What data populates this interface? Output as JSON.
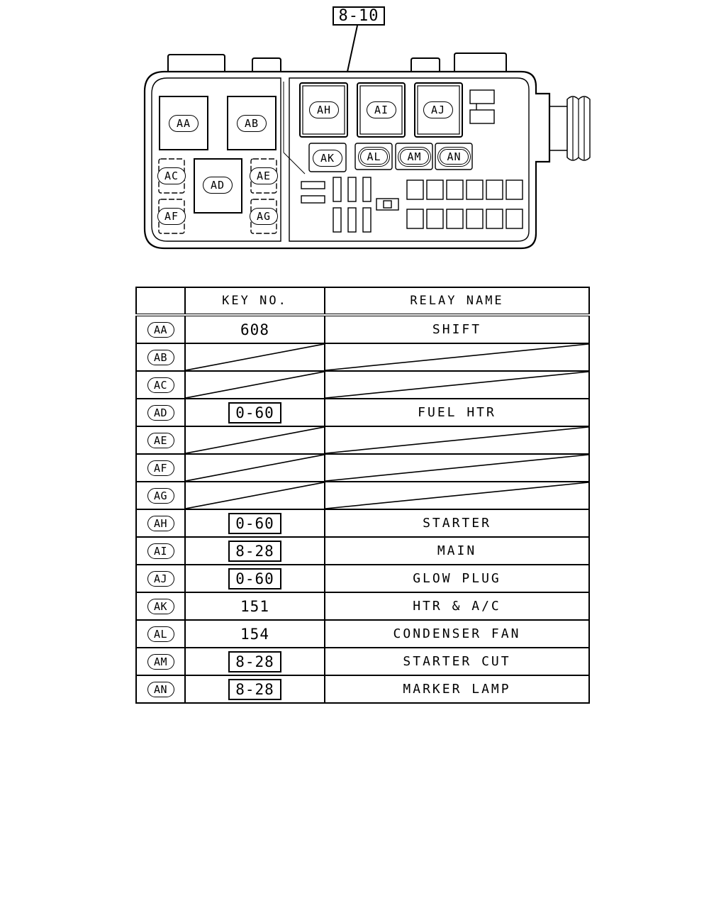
{
  "figure": {
    "ref": "8-10",
    "relay_positions": {
      "AA": "AA",
      "AB": "AB",
      "AC": "AC",
      "AD": "AD",
      "AE": "AE",
      "AF": "AF",
      "AG": "AG",
      "AH": "AH",
      "AI": "AI",
      "AJ": "AJ",
      "AK": "AK",
      "AL": "AL",
      "AM": "AM",
      "AN": "AN"
    }
  },
  "table": {
    "headers": {
      "key": "KEY NO.",
      "name": "RELAY NAME"
    },
    "rows": [
      {
        "id": "AA",
        "key": "608",
        "boxed": false,
        "name": "SHIFT"
      },
      {
        "id": "AB",
        "key": "",
        "boxed": false,
        "name": ""
      },
      {
        "id": "AC",
        "key": "",
        "boxed": false,
        "name": ""
      },
      {
        "id": "AD",
        "key": "0-60",
        "boxed": true,
        "name": "FUEL HTR"
      },
      {
        "id": "AE",
        "key": "",
        "boxed": false,
        "name": ""
      },
      {
        "id": "AF",
        "key": "",
        "boxed": false,
        "name": ""
      },
      {
        "id": "AG",
        "key": "",
        "boxed": false,
        "name": ""
      },
      {
        "id": "AH",
        "key": "0-60",
        "boxed": true,
        "name": "STARTER"
      },
      {
        "id": "AI",
        "key": "8-28",
        "boxed": true,
        "name": "MAIN"
      },
      {
        "id": "AJ",
        "key": "0-60",
        "boxed": true,
        "name": "GLOW PLUG"
      },
      {
        "id": "AK",
        "key": "151",
        "boxed": false,
        "name": "HTR & A/C"
      },
      {
        "id": "AL",
        "key": "154",
        "boxed": false,
        "name": "CONDENSER FAN"
      },
      {
        "id": "AM",
        "key": "8-28",
        "boxed": true,
        "name": "STARTER CUT"
      },
      {
        "id": "AN",
        "key": "8-28",
        "boxed": true,
        "name": "MARKER LAMP"
      }
    ]
  }
}
